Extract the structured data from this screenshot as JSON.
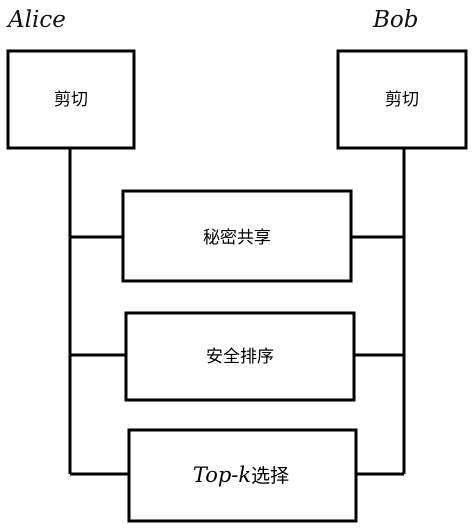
{
  "parties": {
    "left": "Alice",
    "right": "Bob"
  },
  "cut_left": "剪切",
  "cut_right": "剪切",
  "steps": {
    "secret_sharing": "秘密共享",
    "secure_sort": "安全排序",
    "topk_math": "Top-k",
    "topk_text": "选择"
  },
  "colors": {
    "stroke": "#000000",
    "text": "#000000",
    "background": "#ffffff"
  }
}
